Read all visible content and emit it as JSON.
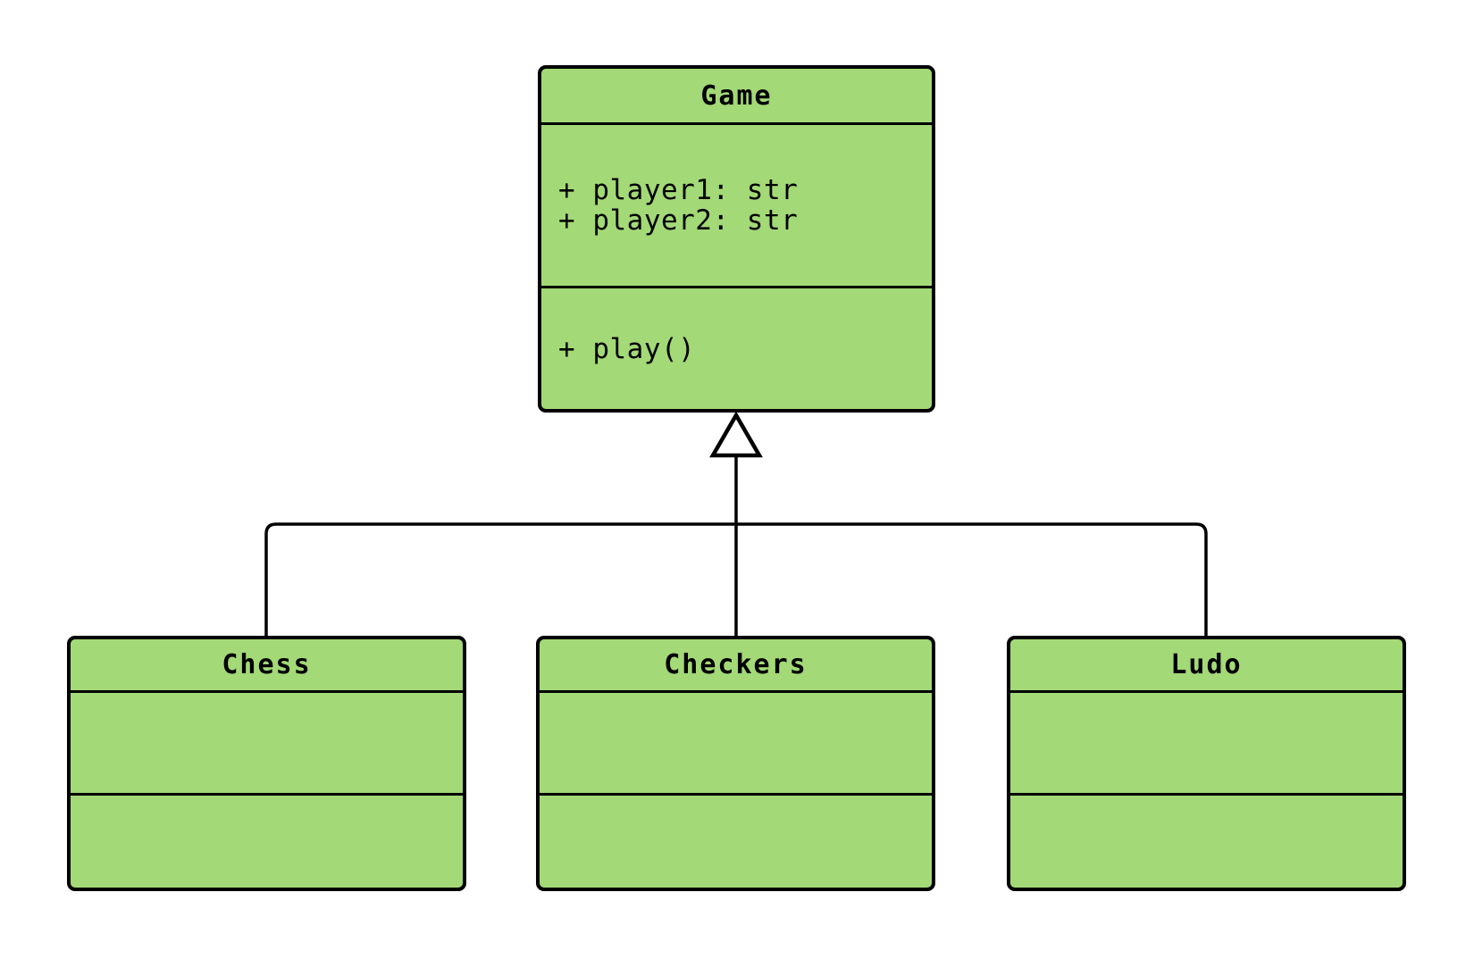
{
  "diagram": {
    "type": "uml-class-diagram",
    "colors": {
      "background": "#ffffff",
      "class_fill": "#A3D977",
      "line": "#000000",
      "arrow_head_fill": "#ffffff"
    },
    "classes": [
      {
        "name": "Game",
        "attributes": [
          "+ player1: str",
          "+ player2: str"
        ],
        "methods": [
          "+ play()"
        ]
      },
      {
        "name": "Chess",
        "attributes": [],
        "methods": []
      },
      {
        "name": "Checkers",
        "attributes": [],
        "methods": []
      },
      {
        "name": "Ludo",
        "attributes": [],
        "methods": []
      }
    ],
    "relationships": [
      {
        "type": "inheritance",
        "parent": "Game",
        "children": [
          "Chess",
          "Checkers",
          "Ludo"
        ]
      }
    ]
  }
}
